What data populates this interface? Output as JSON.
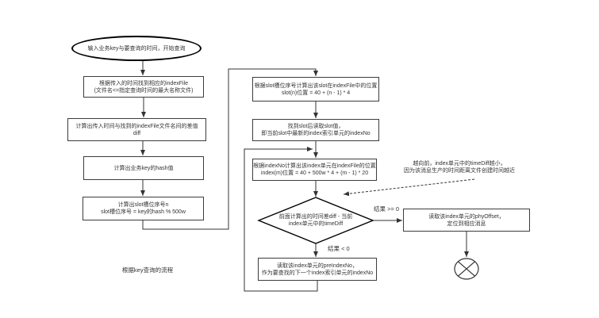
{
  "flowchart": {
    "caption": "根据key查询的流程",
    "nodes": {
      "start": {
        "label": "输入业务key与要查询的时间，开始查询"
      },
      "find_index_file": {
        "line1": "根据传入的时间找到相应的indexFile",
        "line2": "(文件名<=指定查询时间的最大名称文件)"
      },
      "calc_time_diff": {
        "line1": "计算出传入时间与找到的indexFile文件名间的差值",
        "line2": "diff"
      },
      "calc_key_hash": {
        "label": "计算出业务key的hash值"
      },
      "calc_slot_no": {
        "line1": "计算出slot槽位序号n",
        "line2": "slot槽位序号 = key的hash % 500w"
      },
      "calc_slot_pos": {
        "line1": "根据slot槽位序号计算出该slot在indexFile中的位置",
        "line2": "slot(n)位置 = 40 + (n - 1) * 4"
      },
      "read_slot_value": {
        "line1": "找到slot后读取slot值，",
        "line2": "即当前slot中最新的index索引单元的indexNo"
      },
      "calc_index_pos": {
        "line1": "根据indexNo计算出该index单元在indexFile的位置",
        "line2": "index(m)位置 = 40 + 500w * 4 + (m - 1) * 20"
      },
      "diff_compare": {
        "line1": "前面计算出的时间差diff - 当前",
        "line2": "index单元中的timeDiff"
      },
      "read_phy_offset": {
        "line1": "读取该index单元的phyOffset，",
        "line2": "定位到相应消息"
      },
      "read_pre_index_no": {
        "line1": "读取该index单元的preIndexNo，",
        "line2": "作为要查找的下一个index索引单元的indexNo"
      }
    },
    "edge_labels": {
      "result_ge_zero": "结果 >= 0",
      "result_lt_zero": "结果 < 0"
    },
    "annotation": {
      "line1": "越向前，index单元中的timeDiff越小，",
      "line2": "因为该消息生产的时间距离文件创建时间越近"
    },
    "colors": {
      "stroke": "#333333",
      "text": "#333333",
      "background": "#ffffff"
    }
  }
}
